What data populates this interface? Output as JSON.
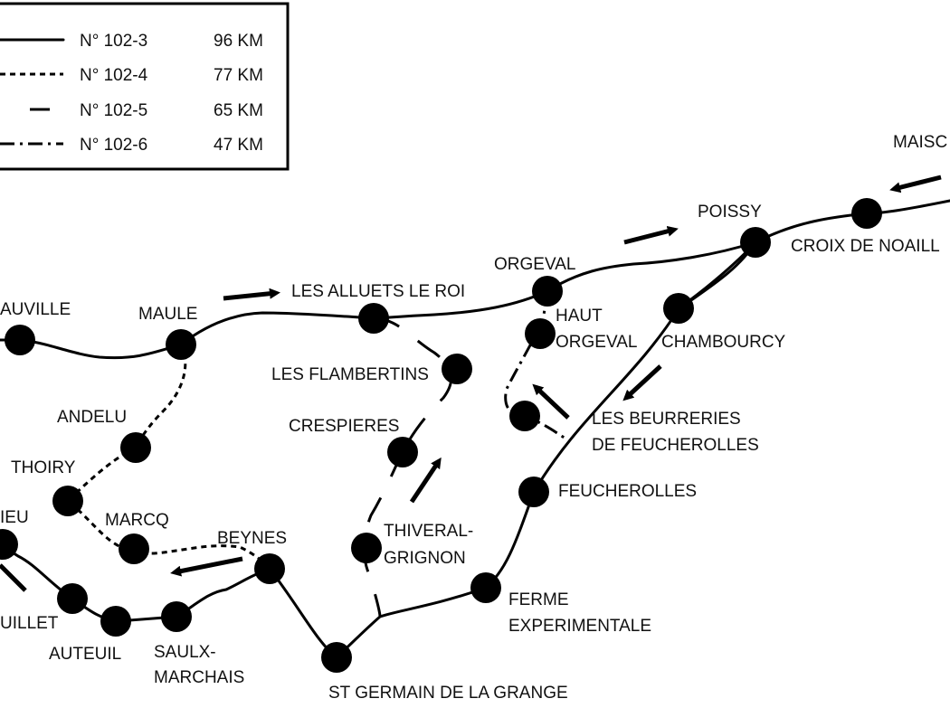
{
  "legend": {
    "routes": [
      {
        "id": "N° 102-3",
        "distance": "96 KM",
        "style": "solid"
      },
      {
        "id": "N° 102-4",
        "distance": "77 KM",
        "style": "dashed"
      },
      {
        "id": "N° 102-5",
        "distance": "65 KM",
        "style": "long-dash"
      },
      {
        "id": "N° 102-6",
        "distance": "47 KM",
        "style": "dash-dot"
      }
    ]
  },
  "places": {
    "maisons": "MAISC",
    "poissy": "POISSY",
    "croix": "CROIX DE NOAILL",
    "orgeval": "ORGEVAL",
    "haut_orgeval_1": "HAUT",
    "haut_orgeval_2": "ORGEVAL",
    "chambourcy": "CHAMBOURCY",
    "alluets": "LES ALLUETS LE ROI",
    "maule": "MAULE",
    "auville": "AUVILLE",
    "flambertins": "LES FLAMBERTINS",
    "crespieres": "CRESPIERES",
    "beurreries_1": "LES BEURRERIES",
    "beurreries_2": "DE FEUCHEROLLES",
    "andelu": "ANDELU",
    "thoiry": "THOIRY",
    "feucherolles": "FEUCHEROLLES",
    "marcq": "MARCQ",
    "beynes": "BEYNES",
    "thiveral_1": "THIVERAL-",
    "thiveral_2": "GRIGNON",
    "ieu": "IEU",
    "ferme_1": "FERME",
    "ferme_2": "EXPERIMENTALE",
    "uillet": "UILLET",
    "auteuil": "AUTEUIL",
    "saulx_1": "SAULX-",
    "saulx_2": "MARCHAIS",
    "st_germain": "ST GERMAIN DE LA GRANGE"
  },
  "icons": [
    "direction-arrow-icon",
    "town-marker-icon"
  ]
}
